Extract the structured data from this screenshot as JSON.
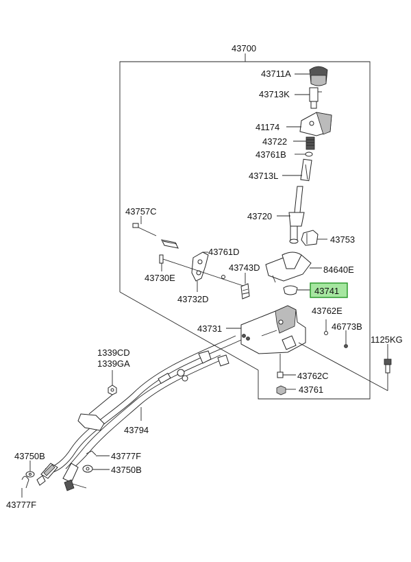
{
  "labels": {
    "assembly": "43700",
    "knob": "43711A",
    "knob_insert": "43713K",
    "boot_cover": "41174",
    "spring": "43722",
    "bushing_top": "43761B",
    "shaft_link": "43713L",
    "lever": "43720",
    "cap": "43753",
    "boot": "84640E",
    "highlighted_part": "43741",
    "bolt_left": "43757C",
    "bushing_left": "43761D",
    "stopper": "43743D",
    "pin_left": "43730E",
    "bracket_left": "43732D",
    "housing": "43731",
    "bushing_right": "43762E",
    "nut_right": "46773B",
    "bolt_right": "1125KG",
    "bushing_bottom": "43762C",
    "nut_bottom": "43761",
    "nut_code_1": "1339CD",
    "nut_code_2": "1339GA",
    "cable": "43794",
    "washer_left": "43750B",
    "clip_right": "43777F",
    "washer_right": "43750B",
    "clip_left": "43777F"
  },
  "colors": {
    "highlight_fill": "#a6e6a0",
    "highlight_stroke": "#2c9a2c",
    "line": "#222222"
  }
}
